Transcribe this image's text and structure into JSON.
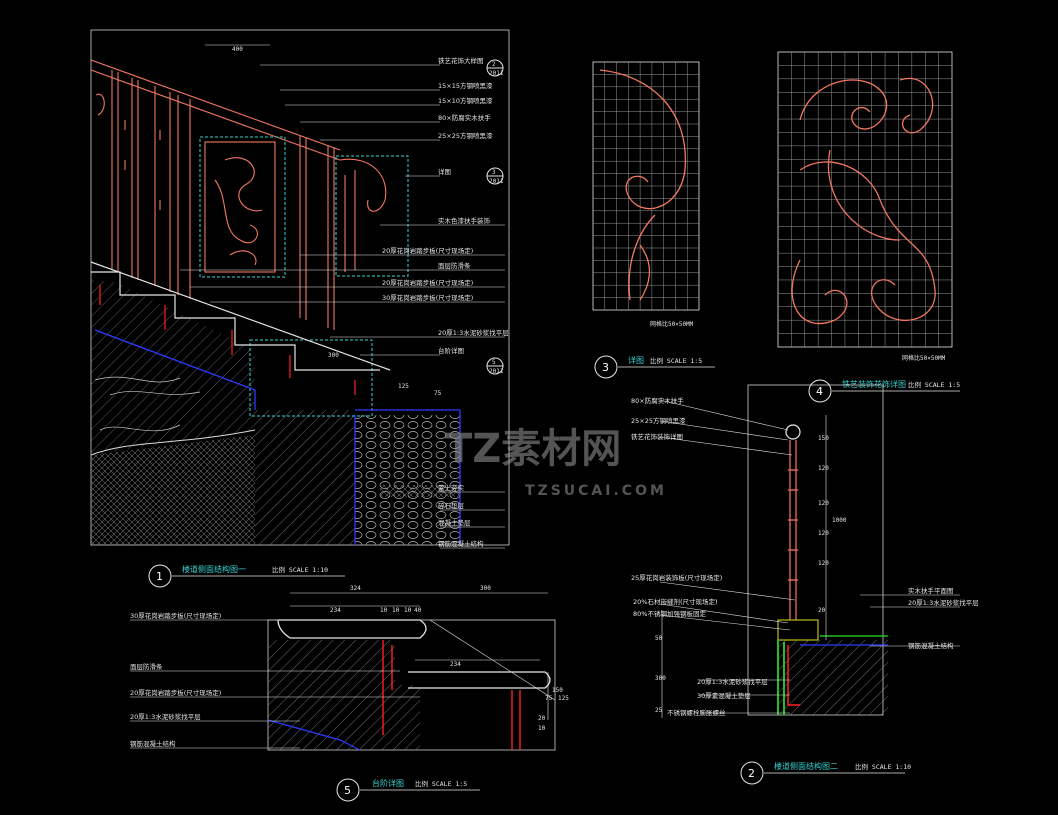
{
  "watermark": {
    "brand": "TZ素材网",
    "url": "TZSUCAI.COM"
  },
  "detail1": {
    "num": "1",
    "title": "楼道侧面结构图一",
    "scale": "比例 SCALE 1:10",
    "top_dim": "400",
    "labels": [
      "铁艺花饰大样图",
      "15×15方钢喷黑漆",
      "15×10方钢喷黑漆",
      "80×防腐实木扶手",
      "25×25方钢喷黑漆",
      "详图",
      "实木色漆扶手装饰",
      "20厚花岗岩踏步板(尺寸现场定)",
      "面层防滑条",
      "20厚花岗岩踏步板(尺寸现场定)",
      "30厚花岗岩踏步板(尺寸现场定)",
      "20厚1:3水泥砂浆找平层",
      "台阶详图",
      "素土夯实",
      "碎石垫层",
      "混凝土垫层",
      "钢筋混凝土结构"
    ],
    "ref1": "2",
    "ref1b": "2011",
    "ref2": "3",
    "ref2b": "2011",
    "ref3": "5",
    "ref3b": "2011",
    "small_dims": [
      "300",
      "125",
      "75"
    ]
  },
  "detail3": {
    "num": "3",
    "title": "详图",
    "scale": "比例 SCALE 1:5",
    "grid_label": "网格比50×50MM"
  },
  "detail4": {
    "num": "4",
    "title": "铁艺装饰花饰详图",
    "scale": "比例 SCALE 1:5",
    "grid_label": "网格比50×50MM"
  },
  "detail2": {
    "num": "2",
    "title": "楼道侧面结构图二",
    "scale": "比例 SCALE 1:10",
    "labels_left": [
      "80×防腐实木扶手",
      "25×25方钢喷黑漆",
      "铁艺花饰装饰详图",
      "25厚花岗岩装饰板(尺寸现场定)",
      "20%石材嵌缝剂(尺寸现场定)",
      "80%不锈钢加强钢板固定",
      "20厚1:3水泥砂浆找平层",
      "30厚素混凝土垫层",
      "不锈钢螺栓膨胀螺丝"
    ],
    "labels_right": [
      "实木扶手平面图",
      "20厚1:3水泥砂浆找平层",
      "钢筋混凝土结构"
    ],
    "dims": [
      "150",
      "120",
      "120",
      "120",
      "1000",
      "120",
      "20"
    ],
    "left_dims": [
      "50",
      "300",
      "25"
    ]
  },
  "detail5": {
    "num": "5",
    "title": "台阶详图",
    "scale": "比例 SCALE 1:5",
    "top_dims": [
      "324",
      "300"
    ],
    "inner_dims": [
      "234",
      "234"
    ],
    "small_dims": [
      "10",
      "10",
      "10",
      "40"
    ],
    "side_dims": [
      "75",
      "150",
      "125",
      "20",
      "10"
    ],
    "labels": [
      "30厚花岗岩踏步板(尺寸现场定)",
      "面层防滑条",
      "20厚花岗岩踏步板(尺寸现场定)",
      "20厚1:3水泥砂浆找平层",
      "钢筋混凝土结构"
    ]
  },
  "colors": {
    "bg": "#000000",
    "rail": "#f07860",
    "cyan": "#39d3d3",
    "white": "#e6e6e6",
    "blue": "#2a3cff",
    "red": "#ff2020",
    "green": "#20c020",
    "yellow": "#e0e020"
  }
}
